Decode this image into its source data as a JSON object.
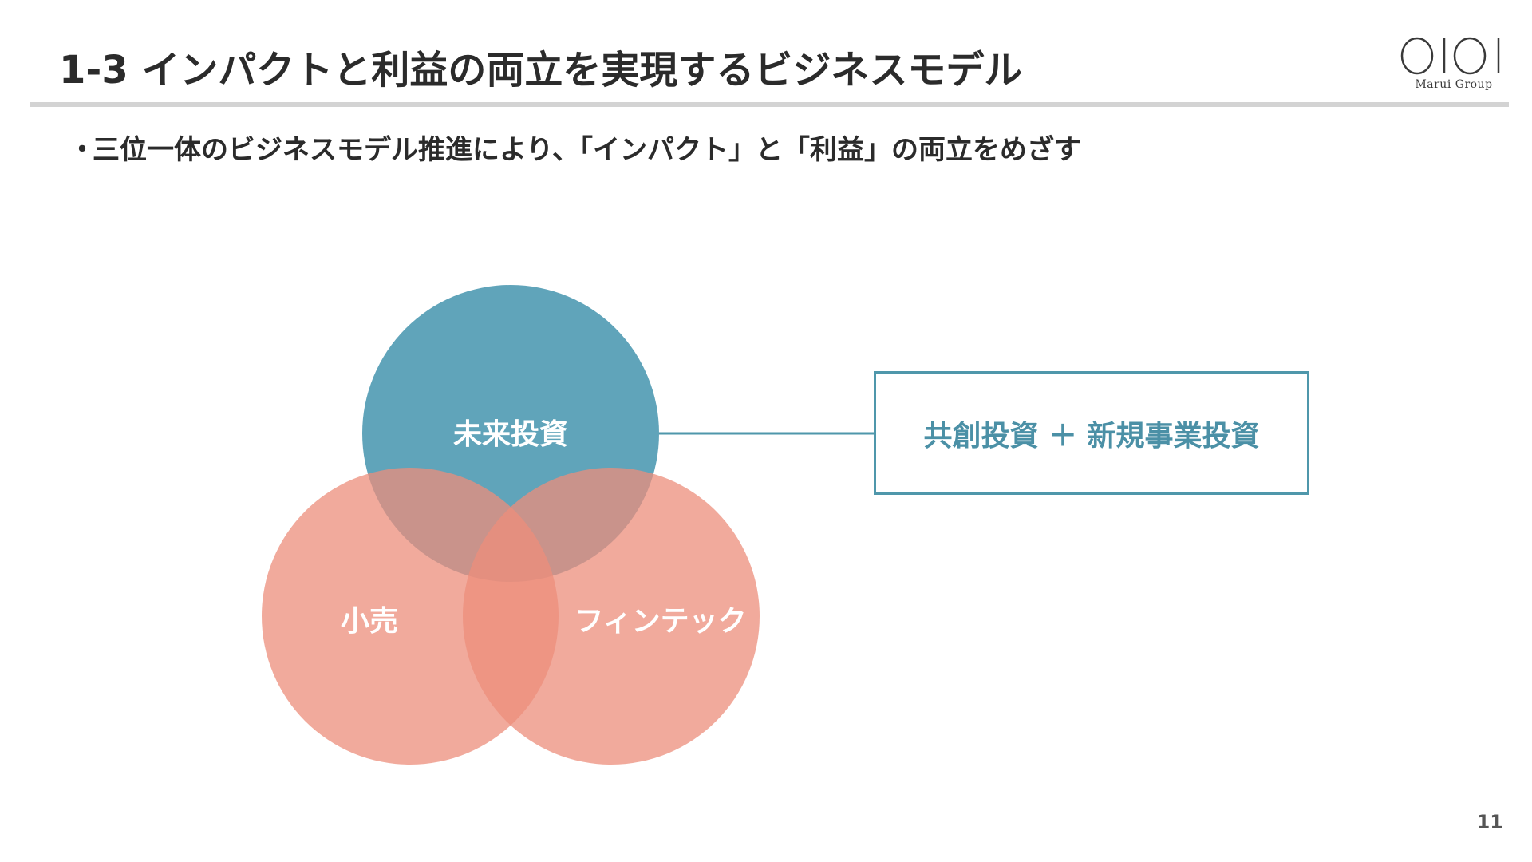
{
  "slide": {
    "title": "1-3 インパクトと利益の両立を実現するビジネスモデル",
    "bullet_marker": "・",
    "bullet": "三位一体のビジネスモデル推進により、「インパクト」と「利益」の両立をめざす",
    "page_number": "11"
  },
  "logo": {
    "mark": "OIOI",
    "caption": "Marui Group"
  },
  "diagram": {
    "circles": [
      {
        "id": "future",
        "label": "未来投資",
        "color": "#4f9ab3"
      },
      {
        "id": "retail",
        "label": "小売",
        "color": "#ec8e7b"
      },
      {
        "id": "fintech",
        "label": "フィンテック",
        "color": "#ec8e7b"
      }
    ],
    "connector_color": "#4f97ab",
    "result": "共創投資 ＋ 新規事業投資"
  }
}
